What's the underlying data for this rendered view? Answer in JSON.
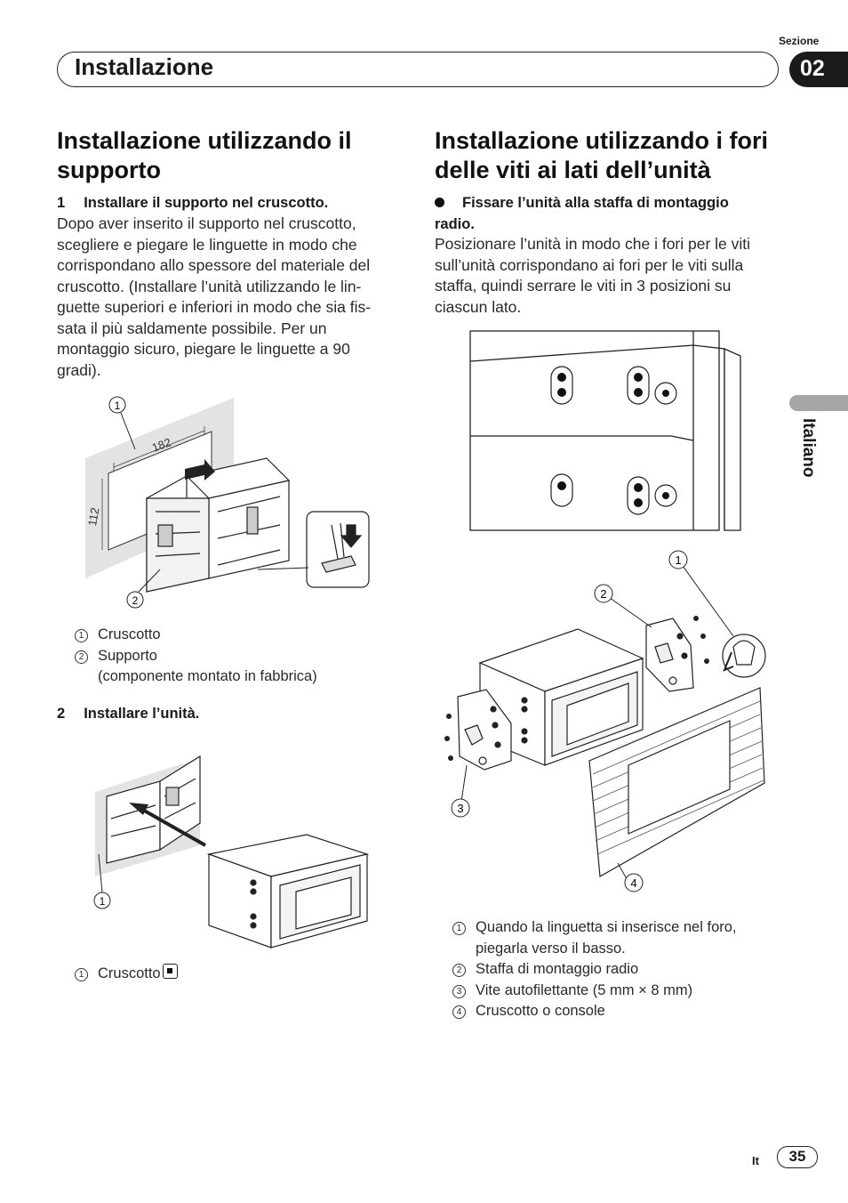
{
  "header": {
    "title": "Installazione",
    "section_label": "Sezione",
    "section_number": "02"
  },
  "side_tab": {
    "language": "Italiano"
  },
  "left": {
    "heading": [
      "Installazione utilizzando il",
      "supporto"
    ],
    "step1_num": "1",
    "step1_title": "Installare il supporto nel cruscotto.",
    "step1_body": [
      "Dopo aver inserito il supporto nel cruscotto,",
      "scegliere e piegare le linguette in modo che",
      "corrispondano allo spessore del materiale del",
      "cruscotto. (Installare l’unità utilizzando le lin-",
      "guette superiori e inferiori in modo che sia fis-",
      "sata il più saldamente possibile. Per un",
      "montaggio sicuro, piegare le linguette a 90",
      "gradi)."
    ],
    "fig1": {
      "dim_width": "182",
      "dim_height": "112",
      "callout_1": "1",
      "callout_2": "2"
    },
    "fig1_captions": [
      {
        "num": "1",
        "text": "Cruscotto"
      },
      {
        "num": "2",
        "text": "Supporto"
      }
    ],
    "fig1_caption_extra": "(componente montato in fabbrica)",
    "step2_num": "2",
    "step2_title": "Installare l’unità.",
    "fig2": {
      "callout_1": "1"
    },
    "fig2_caption": {
      "num": "1",
      "text": "Cruscotto"
    }
  },
  "right": {
    "heading": [
      "Installazione utilizzando i fori",
      "delle viti ai lati dell’unità"
    ],
    "bullet_title": [
      "Fissare l’unità alla staffa di montaggio",
      "radio."
    ],
    "body": [
      "Posizionare l’unità in modo che i fori per le viti",
      "sull’unità corrispondano ai fori per le viti sulla",
      "staffa, quindi serrare le viti in 3 posizioni su",
      "ciascun lato."
    ],
    "fig": {
      "callout_1": "1",
      "callout_2": "2",
      "callout_3": "3",
      "callout_4": "4"
    },
    "captions": [
      {
        "num": "1",
        "lines": [
          "Quando la linguetta si inserisce nel foro,",
          "piegarla verso il basso."
        ]
      },
      {
        "num": "2",
        "lines": [
          "Staffa di montaggio radio"
        ]
      },
      {
        "num": "3",
        "lines": [
          "Vite autofilettante (5 mm × 8 mm)"
        ]
      },
      {
        "num": "4",
        "lines": [
          "Cruscotto o console"
        ]
      }
    ]
  },
  "footer": {
    "lang": "It",
    "page": "35"
  }
}
